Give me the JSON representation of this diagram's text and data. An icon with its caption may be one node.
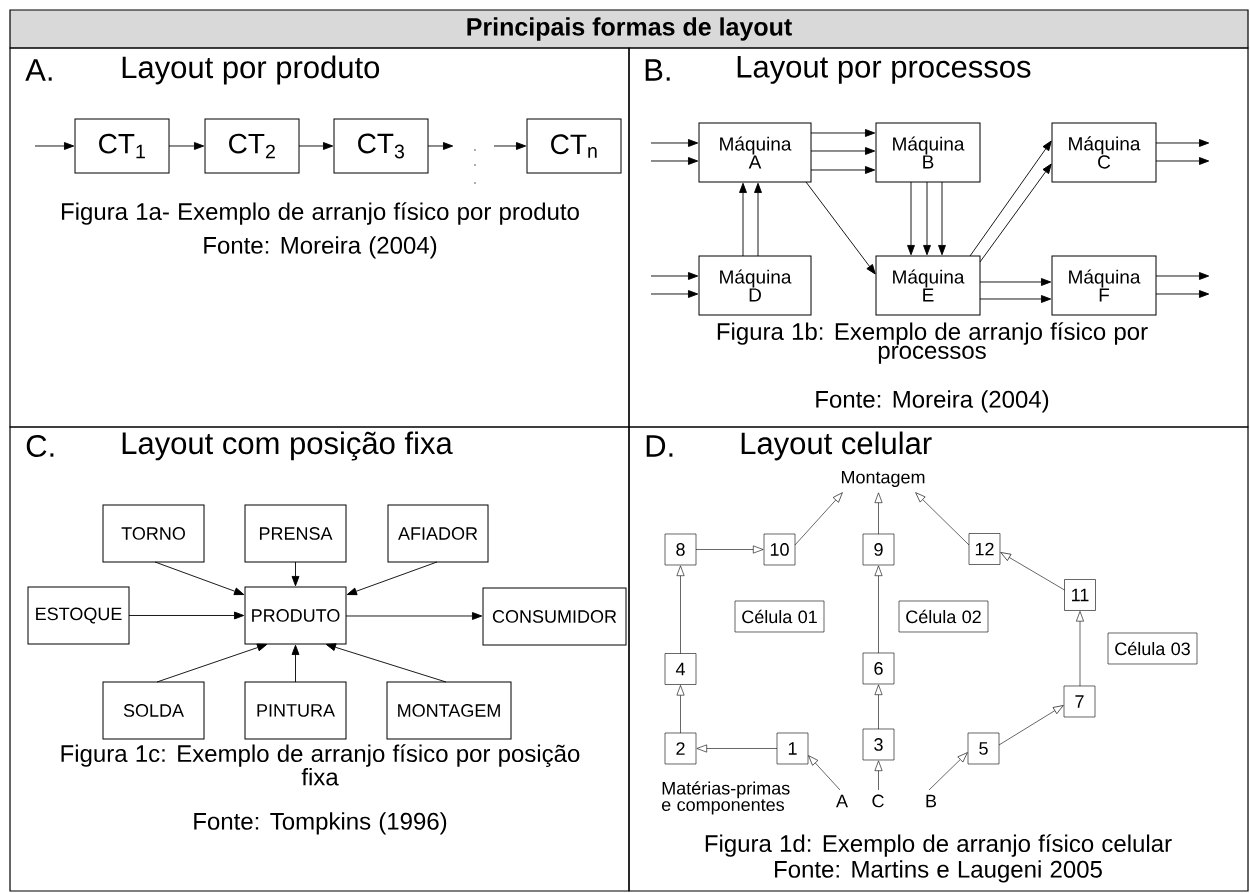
{
  "diagram": {
    "title": "Principais formas de layout",
    "nodes": [
      {
        "text": [
          "A.",
          "Layout por produto",
          "Figura 1a- Exemplo de arranjo físico por produto",
          "Fonte: Moreira (2004)"
        ]
      },
      {
        "text": [
          "CT$_{1}$"
        ],
        "in": 0
      },
      {
        "text": [
          "CT$_{2}$"
        ],
        "in": 0
      },
      {
        "text": [
          "CT$_{3}$"
        ],
        "in": 0
      },
      {
        "text": [
          "CT$_{n}$"
        ],
        "in": 0
      },
      {
        "text": [
          "B.",
          "Layout por processos",
          "Figura 1b: Exemplo de arranjo físico por processos",
          "Fonte: Moreira (2004)"
        ]
      },
      {
        "text": [
          "Máquina A"
        ],
        "in": 5
      },
      {
        "text": [
          "Máquina B"
        ],
        "in": 5
      },
      {
        "text": [
          "Máquina C"
        ],
        "in": 5
      },
      {
        "text": [
          "Máquina D"
        ],
        "in": 5
      },
      {
        "text": [
          "Máquina E"
        ],
        "in": 5
      },
      {
        "text": [
          "Máquina F"
        ],
        "in": 5
      },
      {
        "text": [
          "C.",
          "Layout com posição fixa",
          "Figura 1c: Exemplo de arranjo físico por posição fixa",
          "Fonte: Tompkins (1996)"
        ]
      },
      {
        "text": [
          "TORNO"
        ],
        "in": 12
      },
      {
        "text": [
          "PRENSA"
        ],
        "in": 12
      },
      {
        "text": [
          "AFIADOR"
        ],
        "in": 12
      },
      {
        "text": [
          "ESTOQUE"
        ],
        "in": 12
      },
      {
        "text": [
          "PRODUTO"
        ],
        "in": 12
      },
      {
        "text": [
          "CONSUMIDOR"
        ],
        "in": 12
      },
      {
        "text": [
          "SOLDA"
        ],
        "in": 12
      },
      {
        "text": [
          "PINTURA"
        ],
        "in": 12
      },
      {
        "text": [
          "MONTAGEM"
        ],
        "in": 12
      },
      {
        "text": [
          "D.",
          "Layout celular",
          "Figura 1d: Exemplo de arranjo físico celular",
          "Fonte: Martins e Laugeni 2005"
        ]
      },
      {
        "text": [
          "Montagem"
        ],
        "in": 22
      },
      {
        "text": [
          "8"
        ],
        "in": 22
      },
      {
        "text": [
          "10"
        ],
        "in": 22
      },
      {
        "text": [
          "9"
        ],
        "in": 22
      },
      {
        "text": [
          "12"
        ],
        "in": 22
      },
      {
        "text": [
          "11"
        ],
        "in": 22
      },
      {
        "text": [
          "Célula 01"
        ],
        "in": 22
      },
      {
        "text": [
          "Célula 02"
        ],
        "in": 22
      },
      {
        "text": [
          "4"
        ],
        "in": 22
      },
      {
        "text": [
          "6"
        ],
        "in": 22
      },
      {
        "text": [
          "Célula 03"
        ],
        "in": 22
      },
      {
        "text": [
          "7"
        ],
        "in": 22
      },
      {
        "text": [
          "2"
        ],
        "in": 22
      },
      {
        "text": [
          "1"
        ],
        "in": 22
      },
      {
        "text": [
          "3"
        ],
        "in": 22
      },
      {
        "text": [
          "5"
        ],
        "in": 22
      },
      {
        "text": [
          "A"
        ],
        "in": 22
      },
      {
        "text": [
          "C"
        ],
        "in": 22
      },
      {
        "text": [
          "B"
        ],
        "in": 22
      }
    ],
    "edges": [
      {
        "from": null,
        "to": 1,
        "arrow": "to"
      },
      {
        "from": 1,
        "to": 2,
        "arrow": "to"
      },
      {
        "from": 2,
        "to": 3,
        "arrow": "to"
      },
      {
        "from": 3,
        "to": null,
        "arrow": "to"
      },
      {
        "from": null,
        "to": 4,
        "arrow": "to"
      },
      {
        "from": null,
        "to": 6,
        "arrow": "to"
      },
      {
        "from": null,
        "to": 6,
        "arrow": "to"
      },
      {
        "from": null,
        "to": 9,
        "arrow": "to"
      },
      {
        "from": null,
        "to": 9,
        "arrow": "to"
      },
      {
        "from": 6,
        "to": 7,
        "arrow": "to"
      },
      {
        "from": 6,
        "to": 7,
        "arrow": "to"
      },
      {
        "from": 6,
        "to": 7,
        "arrow": "to"
      },
      {
        "from": 9,
        "to": 6,
        "arrow": "to"
      },
      {
        "from": 9,
        "to": 6,
        "arrow": "to"
      },
      {
        "from": 6,
        "to": 10,
        "arrow": "to"
      },
      {
        "from": 7,
        "to": 10,
        "arrow": "to"
      },
      {
        "from": 7,
        "to": 10,
        "arrow": "to"
      },
      {
        "from": 7,
        "to": 10,
        "arrow": "to"
      },
      {
        "from": 10,
        "to": 8,
        "arrow": "to"
      },
      {
        "from": 10,
        "to": 8,
        "arrow": "to"
      },
      {
        "from": 10,
        "to": 11,
        "arrow": "to"
      },
      {
        "from": 10,
        "to": 11,
        "arrow": "to"
      },
      {
        "from": 8,
        "to": null,
        "arrow": "to"
      },
      {
        "from": 8,
        "to": null,
        "arrow": "to"
      },
      {
        "from": 11,
        "to": null,
        "arrow": "to"
      },
      {
        "from": 11,
        "to": null,
        "arrow": "to"
      },
      {
        "from": 13,
        "to": 17,
        "arrow": "to"
      },
      {
        "from": 14,
        "to": 17,
        "arrow": "to"
      },
      {
        "from": 15,
        "to": 17,
        "arrow": "to"
      },
      {
        "from": 16,
        "to": 17,
        "arrow": "to"
      },
      {
        "from": 17,
        "to": 18,
        "arrow": "to"
      },
      {
        "from": 19,
        "to": 17,
        "arrow": "to"
      },
      {
        "from": 20,
        "to": 17,
        "arrow": "to"
      },
      {
        "from": 21,
        "to": 17,
        "arrow": "to"
      },
      {
        "from": 39,
        "to": 36,
        "arrow": "to"
      },
      {
        "from": 36,
        "to": 35,
        "arrow": "to"
      },
      {
        "from": 35,
        "to": 31,
        "arrow": "to"
      },
      {
        "from": 31,
        "to": 24,
        "arrow": "to"
      },
      {
        "from": 24,
        "to": 25,
        "arrow": "to"
      },
      {
        "from": 25,
        "to": 23,
        "arrow": "to"
      },
      {
        "from": 40,
        "to": 37,
        "arrow": "to"
      },
      {
        "from": 37,
        "to": 32,
        "arrow": "to"
      },
      {
        "from": 32,
        "to": 26,
        "arrow": "to"
      },
      {
        "from": 26,
        "to": 23,
        "arrow": "to"
      },
      {
        "from": 41,
        "to": 38,
        "arrow": "to"
      },
      {
        "from": 38,
        "to": 34,
        "arrow": "to"
      },
      {
        "from": 34,
        "to": 28,
        "arrow": "to"
      },
      {
        "from": 28,
        "to": 27,
        "arrow": "to"
      },
      {
        "from": 27,
        "to": 23,
        "arrow": "to"
      }
    ],
    "labels": [
      "Matérias-primas e componentes"
    ]
  }
}
